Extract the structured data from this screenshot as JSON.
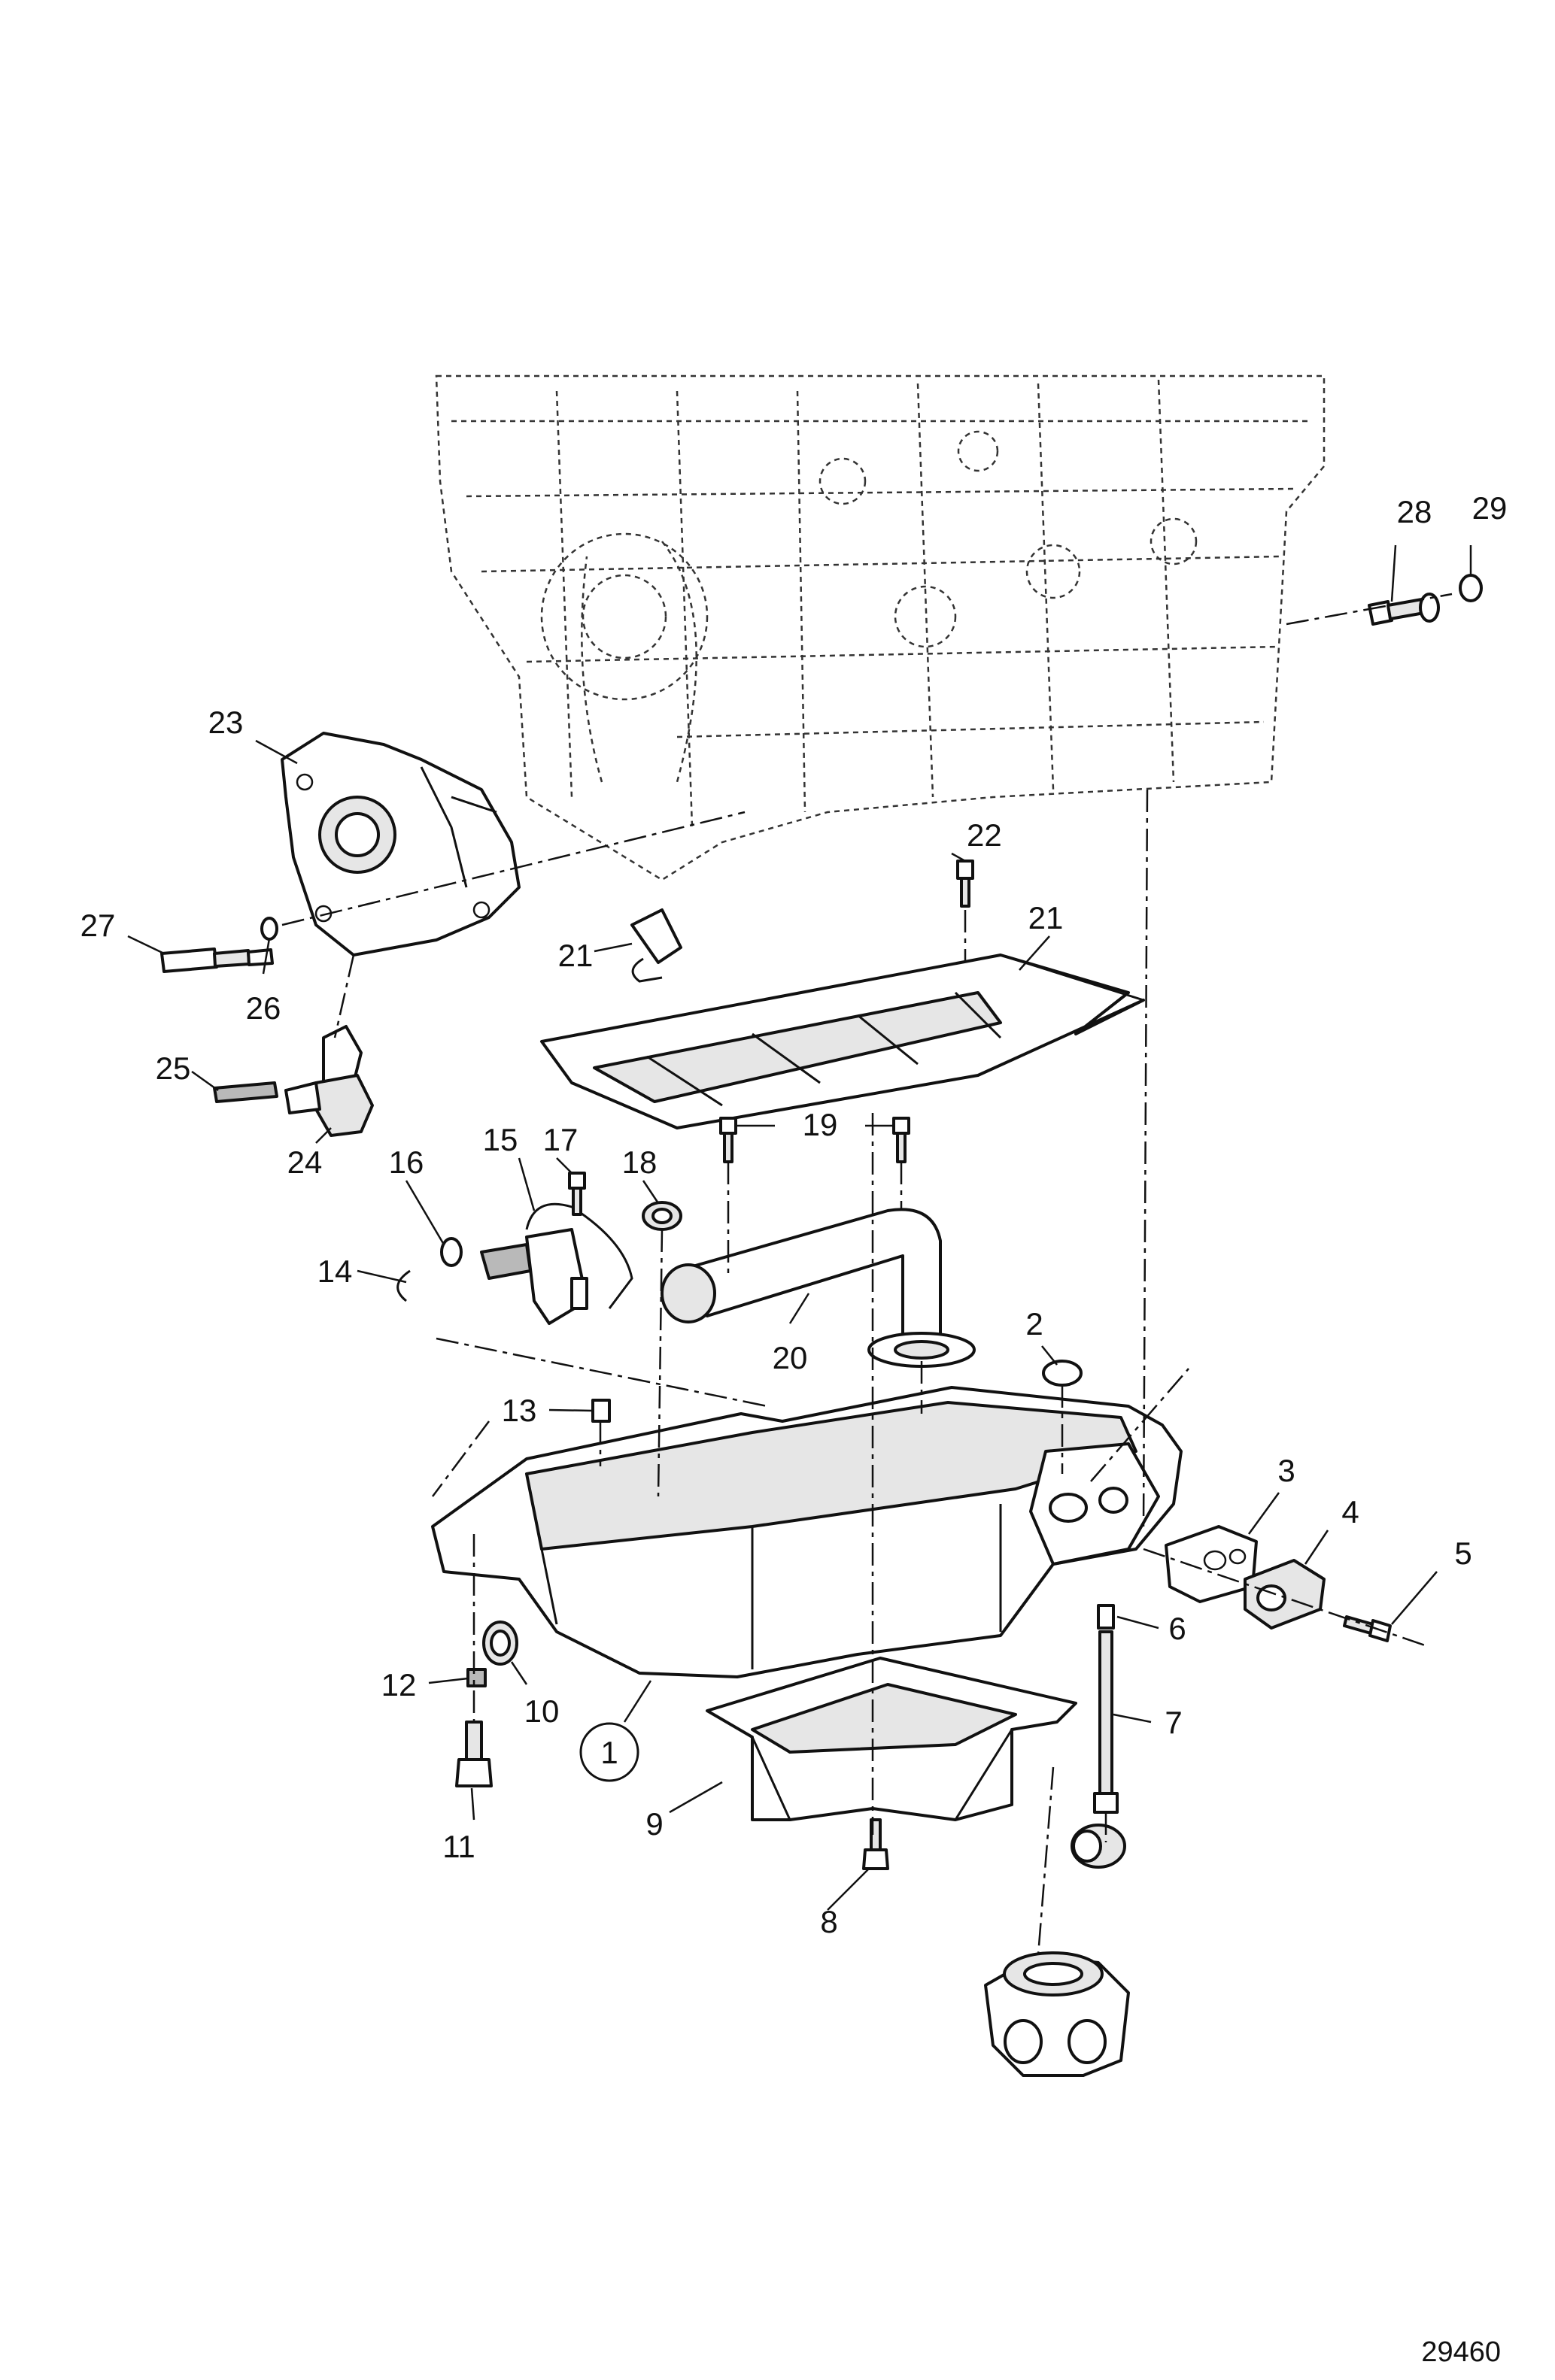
{
  "figure_number": "29460",
  "callouts": [
    "1",
    "2",
    "3",
    "4",
    "5",
    "6",
    "7",
    "8",
    "9",
    "10",
    "11",
    "12",
    "13",
    "14",
    "15",
    "16",
    "17",
    "18",
    "19",
    "20",
    "21",
    "22",
    "23",
    "24",
    "25",
    "26",
    "27",
    "28",
    "29"
  ],
  "circled_callout": "1",
  "colors": {
    "ink": "#111111",
    "paper": "#ffffff",
    "shade": "#b9b9b9"
  }
}
